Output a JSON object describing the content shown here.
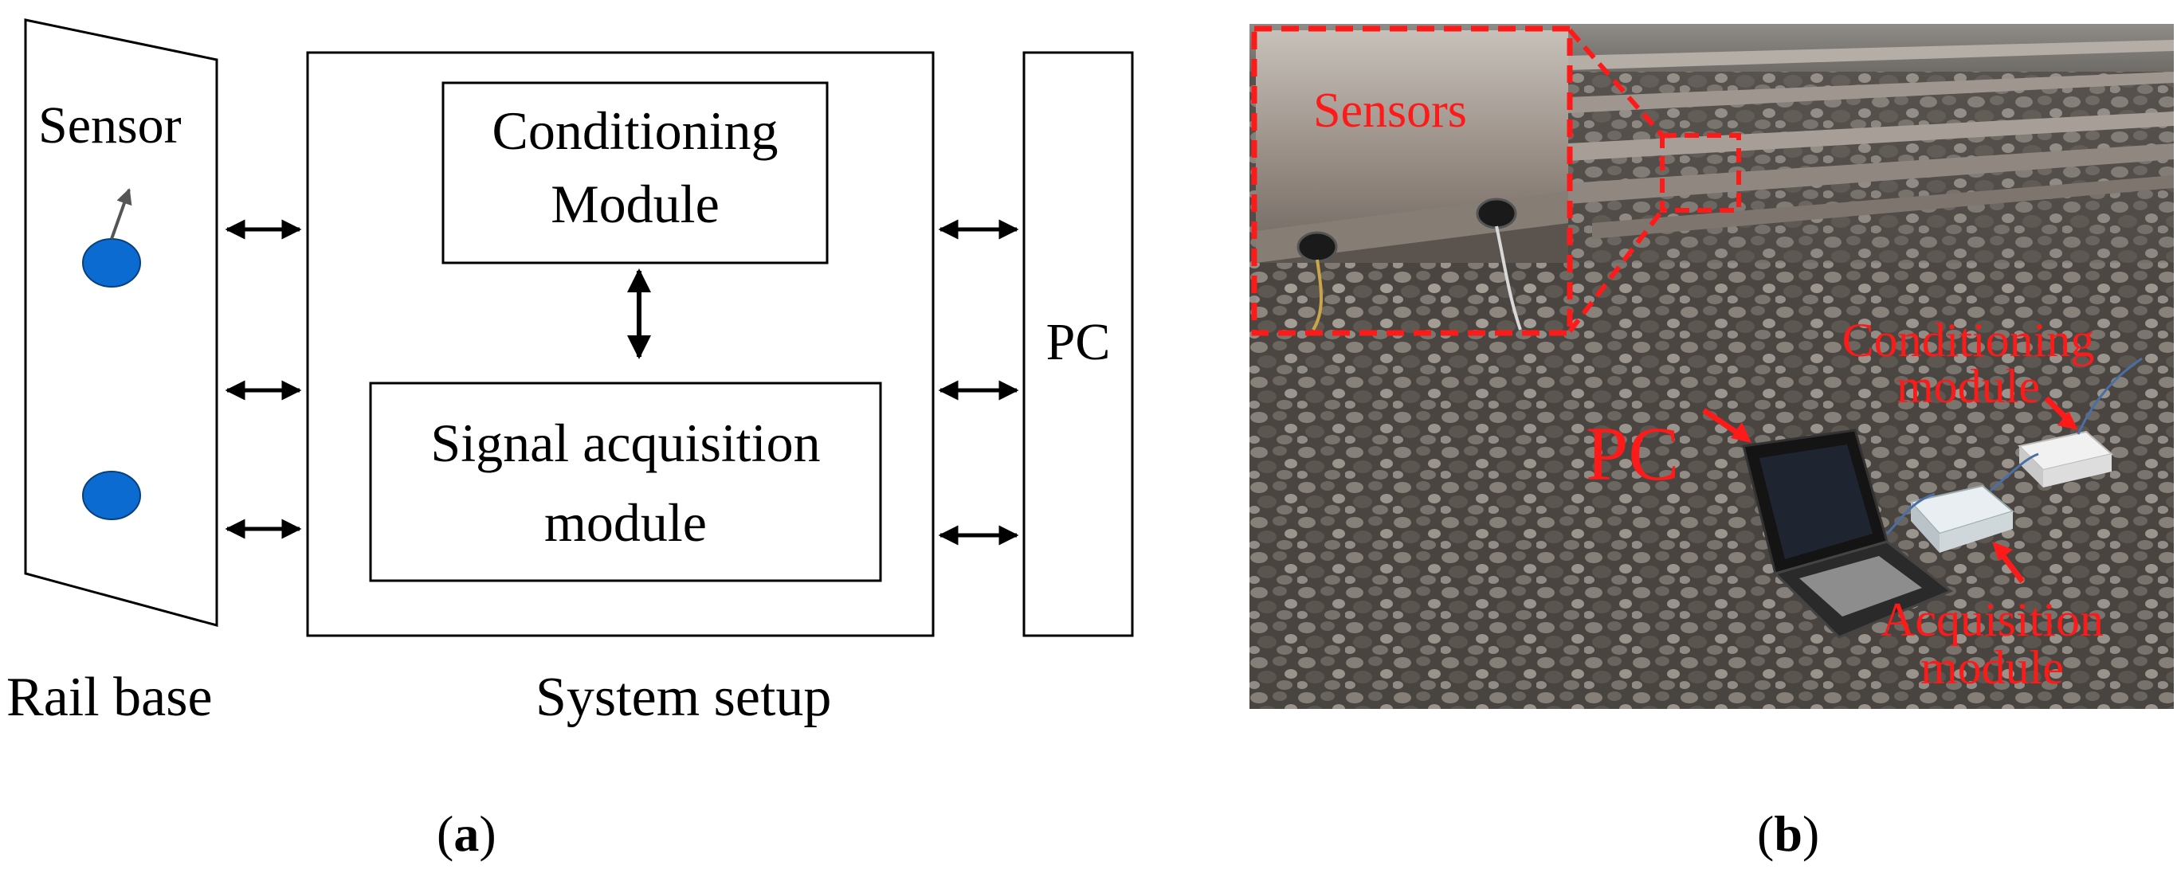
{
  "panel_a": {
    "sensor_label": "Sensor",
    "conditioning_line1": "Conditioning",
    "conditioning_line2": "Module",
    "signal_line1": "Signal acquisition",
    "signal_line2": "module",
    "pc_label": "PC",
    "rail_base_label": "Rail base",
    "system_setup_label": "System setup",
    "panel_letter": "a",
    "colors": {
      "sensor_dot": "#0b6bd1",
      "line": "#000000"
    }
  },
  "panel_b": {
    "sensors_label": "Sensors",
    "conditioning_line1": "Conditioning",
    "conditioning_line2": "module",
    "pc_label": "PC",
    "acquisition_line1": "Acquisition",
    "acquisition_line2": "module",
    "panel_letter": "b",
    "colors": {
      "annotation": "#ff1a1a"
    }
  }
}
